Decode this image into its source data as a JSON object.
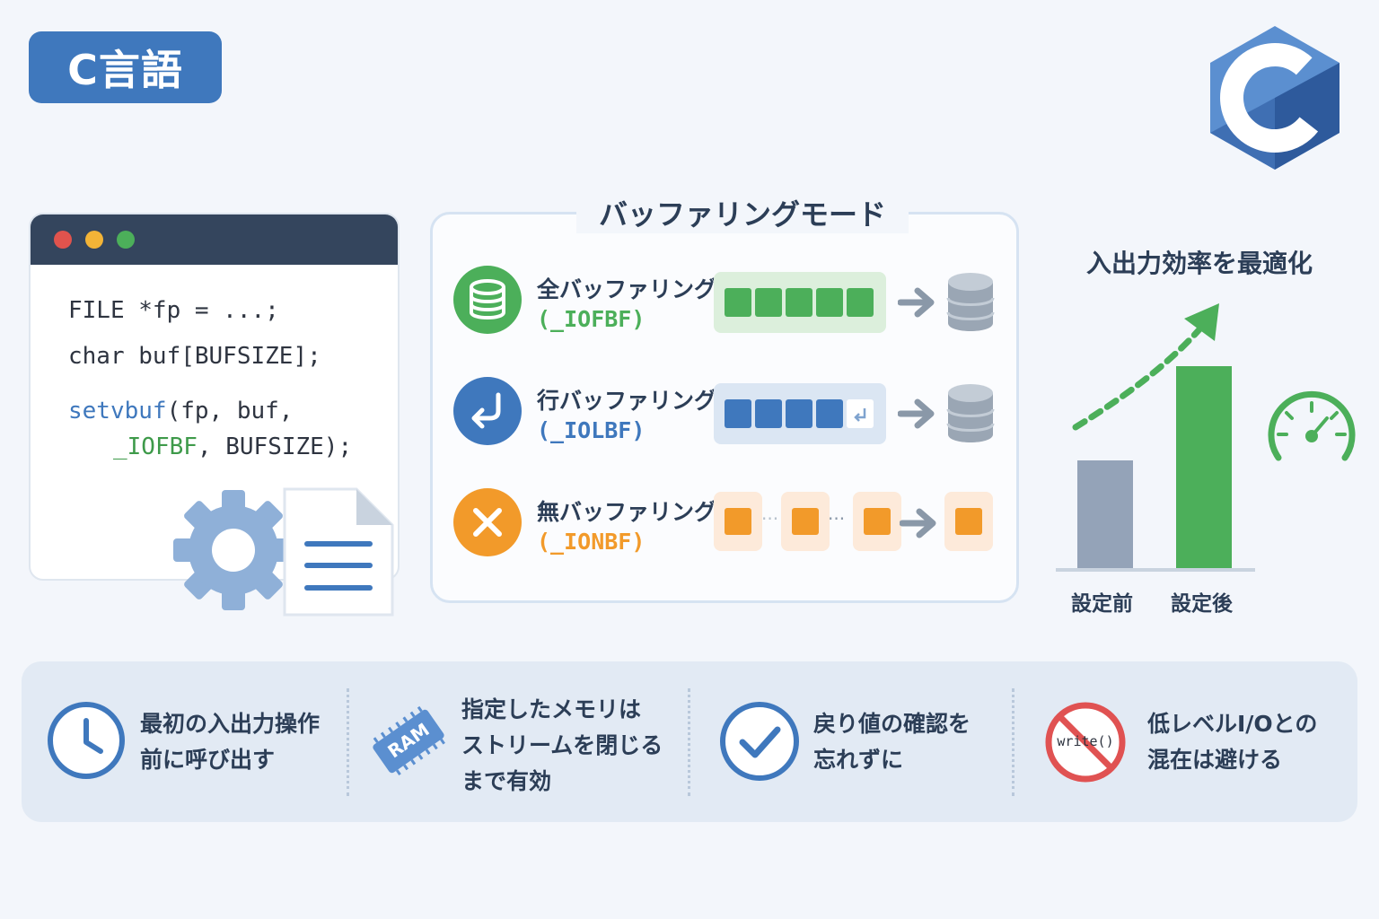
{
  "header": {
    "title": "C言語",
    "logo_letter": "C"
  },
  "code": {
    "line1": "FILE *fp = ...;",
    "line2": "char buf[BUFSIZE];",
    "line3_func": "setvbuf",
    "line3_rest": "(fp, buf,",
    "line4_const": "_IOFBF",
    "line4_rest": ", BUFSIZE);"
  },
  "modes": {
    "title": "バッファリングモード",
    "items": [
      {
        "name": "全バッファリング",
        "code": "(_IOFBF)",
        "color": "#4caf5a"
      },
      {
        "name": "行バッファリング",
        "code": "(_IOLBF)",
        "color": "#3f78bd"
      },
      {
        "name": "無バッファリング",
        "code": "(_IONBF)",
        "color": "#f29a2a"
      }
    ],
    "ellipsis": "···"
  },
  "chart_data": {
    "type": "bar",
    "title": "入出力効率を最適化",
    "categories": [
      "設定前",
      "設定後"
    ],
    "values": [
      40,
      75
    ],
    "ylim": [
      0,
      100
    ],
    "colors": [
      "#94a3b8",
      "#4caf5a"
    ]
  },
  "tips": [
    {
      "line1": "最初の入出力操作",
      "line2": "前に呼び出す"
    },
    {
      "line1": "指定したメモリは",
      "line2": "ストリームを閉じる",
      "line3": "まで有効",
      "icon_text": "RAM"
    },
    {
      "line1": "戻り値の確認を",
      "line2": "忘れずに"
    },
    {
      "line1": "低レベルI/Oとの",
      "line2": "混在は避ける",
      "icon_text": "write()"
    }
  ],
  "colors": {
    "accent_blue": "#3f78bd",
    "accent_green": "#4caf5a",
    "accent_orange": "#f29a2a",
    "danger_red": "#e05252"
  }
}
